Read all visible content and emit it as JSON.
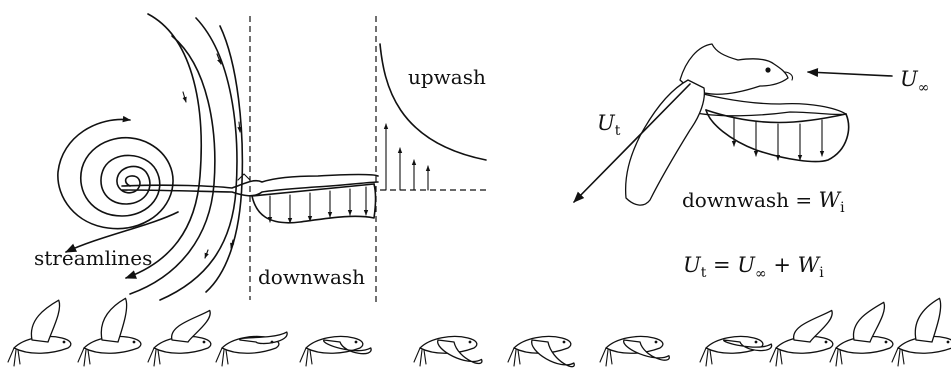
{
  "left_panel": {
    "streamlines_label": "streamlines",
    "downwash_label": "downwash",
    "upwash_label": "upwash"
  },
  "right_panel": {
    "u_t": {
      "symbol": "U",
      "subscript": "t"
    },
    "u_inf": {
      "symbol": "U",
      "subscript": "∞"
    },
    "downwash_eq": {
      "prefix": "downwash = ",
      "symbol": "W",
      "subscript": "i"
    },
    "velocity_eq": {
      "lhs_symbol": "U",
      "lhs_sub": "t",
      "eq": " = ",
      "term1_symbol": "U",
      "term1_sub": "∞",
      "plus": " + ",
      "term2_symbol": "W",
      "term2_sub": "i"
    }
  },
  "bottom_sequence": {
    "frame_count": 12
  }
}
